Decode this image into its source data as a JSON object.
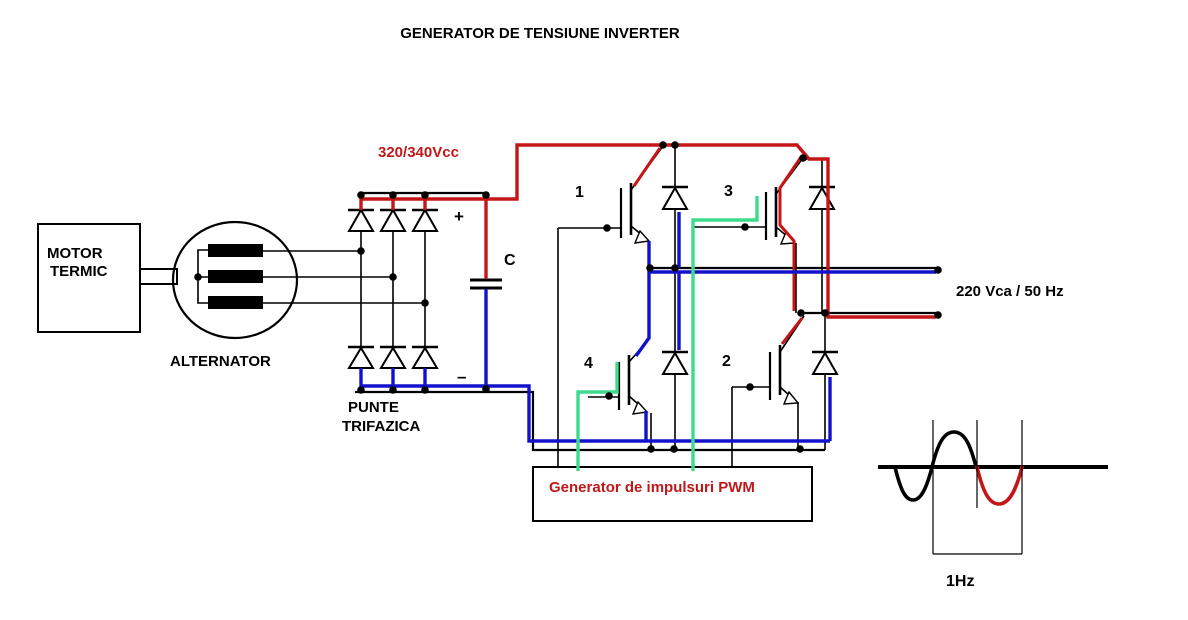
{
  "title": "GENERATOR DE TENSIUNE INVERTER",
  "colors": {
    "wire_red": "#c41616",
    "wire_blue": "#1212cc",
    "wire_green": "#3edb8d",
    "text_red": "#c01818",
    "line_black": "#000000"
  },
  "motor": {
    "line1": "MOTOR",
    "line2": "TERMIC"
  },
  "alternator": {
    "label": "ALTERNATOR"
  },
  "rectifier": {
    "line1": "PUNTE",
    "line2": "TRIFAZICA",
    "dc_voltage": "320/340Vcc",
    "plus": "+",
    "minus": "–",
    "capacitor": "C"
  },
  "inverter": {
    "igbt1": "1",
    "igbt2": "2",
    "igbt3": "3",
    "igbt4": "4"
  },
  "pwm": {
    "label": "Generator de impulsuri PWM"
  },
  "output": {
    "label": "220 Vca / 50 Hz"
  },
  "waveform": {
    "freq": "1Hz"
  }
}
